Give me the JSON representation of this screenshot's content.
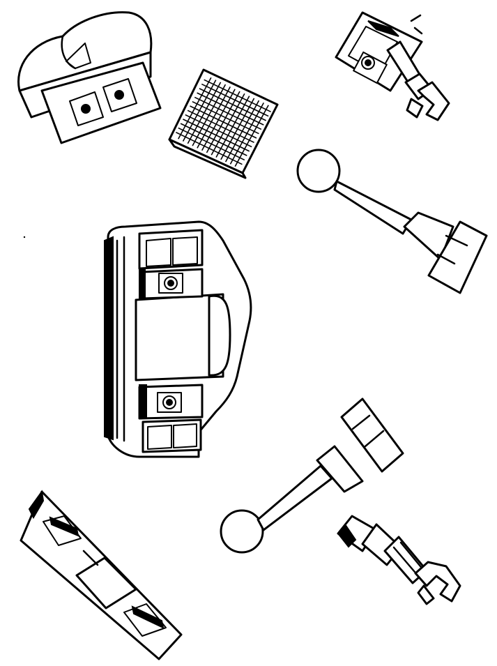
{
  "page": {
    "background": "#ffffff",
    "ink_color": "#000000",
    "style": "black-and-white line art"
  },
  "parts": [
    {
      "name": "helmet-pod-part",
      "icon": "helmet-pod-icon"
    },
    {
      "name": "grille-panel-part",
      "icon": "grille-panel-icon"
    },
    {
      "name": "robot-arm-part-top",
      "icon": "robot-arm-icon"
    },
    {
      "name": "antenna-lamp-part-right",
      "icon": "antenna-lamp-icon"
    },
    {
      "name": "robot-torso-part",
      "icon": "robot-torso-icon"
    },
    {
      "name": "antenna-lamp-part-lower",
      "icon": "antenna-lamp-icon"
    },
    {
      "name": "robot-arm-part-bottom",
      "icon": "robot-arm-icon"
    },
    {
      "name": "control-panel-part",
      "icon": "control-panel-icon"
    }
  ]
}
